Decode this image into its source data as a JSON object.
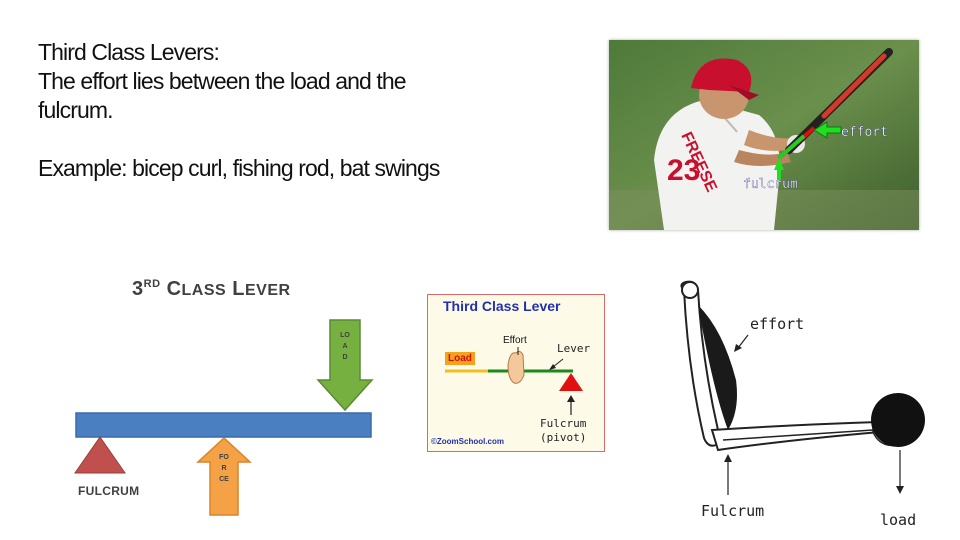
{
  "text": {
    "heading_line1": "Third Class Levers:",
    "heading_line2": "The effort lies between the load and the",
    "heading_line3": "fulcrum.",
    "example": "Example: bicep curl, fishing rod, bat swings"
  },
  "photo": {
    "effort_label": "effort",
    "fulcrum_label": "fulcrum",
    "jersey_text": "FREESE",
    "jersey_number": "23"
  },
  "lever_diagram": {
    "title_number": "3",
    "title_sup": "RD",
    "title_class_initial": "C",
    "title_class_rest": "LASS",
    "title_lever_initial": "L",
    "title_lever_rest": "EVER",
    "load_label": "LOAD",
    "force_label": "FORCE",
    "fulcrum_label": "FULCRUM",
    "colors": {
      "beam": "#4a7fc1",
      "load_arrow": "#76b041",
      "force_arrow": "#f5a247",
      "fulcrum": "#c0504d"
    }
  },
  "zoom_diagram": {
    "title": "Third Class Lever",
    "effort_label": "Effort",
    "lever_label": "Lever",
    "load_label": "Load",
    "fulcrum_label": "Fulcrum",
    "pivot_label": "(pivot)",
    "credit": "©ZoomSchool.com"
  },
  "arm_diagram": {
    "effort_label": "effort",
    "fulcrum_label": "Fulcrum",
    "load_label": "load"
  }
}
